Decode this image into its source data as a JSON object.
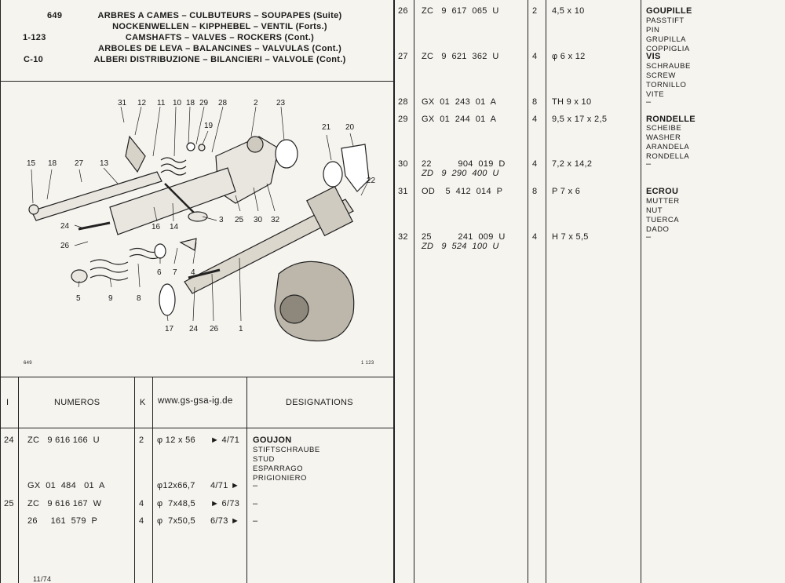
{
  "header": {
    "codes": [
      "649",
      "1-123",
      "C-10"
    ],
    "titles": [
      "ARBRES A CAMES – CULBUTEURS – SOUPAPES (Suite)",
      "NOCKENWELLEN – KIPPHEBEL – VENTIL (Forts.)",
      "CAMSHAFTS – VALVES – ROCKERS (Cont.)",
      "ARBOLES DE LEVA – BALANCINES – VALVULAS (Cont.)",
      "ALBERI DISTRIBUZIONE – BILANCIERI – VALVOLE (Cont.)"
    ]
  },
  "diagram": {
    "callouts": [
      "31",
      "12",
      "11",
      "10",
      "18",
      "29",
      "28",
      "2",
      "23",
      "19",
      "21",
      "20",
      "15",
      "18",
      "27",
      "13",
      "22",
      "24",
      "16",
      "14",
      "3",
      "25",
      "30",
      "32",
      "26",
      "6",
      "7",
      "4",
      "5",
      "9",
      "8",
      "17",
      "24",
      "26",
      "1"
    ],
    "corner_left": "649",
    "corner_right": "1 123"
  },
  "table_header": {
    "col_i": "I",
    "col_numeros": "NUMEROS",
    "col_k": "K",
    "col_url": "www.gs-gsa-ig.de",
    "col_designations": "DESIGNATIONS"
  },
  "left_rows": [
    {
      "i": "24",
      "num": "ZC   9 616 166  U",
      "k": "2",
      "dim": "φ 12 x 56",
      "date": "► 4/71",
      "desig": [
        "GOUJON",
        "STIFTSCHRAUBE",
        "STUD",
        "ESPARRAGO",
        "PRIGIONIERO"
      ]
    },
    {
      "i": "",
      "num": "GX  01  484   01  A",
      "k": "",
      "dim": "φ12x66,7",
      "date": "4/71 ►",
      "desig": [
        "–"
      ]
    },
    {
      "i": "25",
      "num": "ZC   9 616 167  W",
      "k": "4",
      "dim": "φ  7x48,5",
      "date": "► 6/73",
      "desig": [
        "–"
      ]
    },
    {
      "i": "",
      "num": "26     161  579  P",
      "k": "4",
      "dim": "φ  7x50,5",
      "date": "6/73 ►",
      "desig": [
        "–"
      ]
    }
  ],
  "right_rows": [
    {
      "i": "26",
      "num": "ZC   9  617  065  U",
      "num2": "",
      "k": "2",
      "dim": "4,5 x 10",
      "desig": [
        "GOUPILLE",
        "PASSTIFT",
        "PIN",
        "GRUPILLA",
        "COPPIGLIA"
      ]
    },
    {
      "i": "27",
      "num": "ZC   9  621  362  U",
      "num2": "",
      "k": "4",
      "dim": "φ 6 x 12",
      "desig": [
        "VIS",
        "SCHRAUBE",
        "SCREW",
        "TORNILLO",
        "VITE"
      ]
    },
    {
      "i": "28",
      "num": "GX  01  243  01  A",
      "num2": "",
      "k": "8",
      "dim": "TH 9 x 10",
      "desig": [
        "–"
      ]
    },
    {
      "i": "29",
      "num": "GX  01  244  01  A",
      "num2": "",
      "k": "4",
      "dim": "9,5 x 17 x 2,5",
      "desig": [
        "RONDELLE",
        "SCHEIBE",
        "WASHER",
        "ARANDELA",
        "RONDELLA"
      ]
    },
    {
      "i": "30",
      "num": "22          904  019  D",
      "num2": "ZD   9  290  400  U",
      "k": "4",
      "dim": "7,2 x 14,2",
      "desig": [
        "–"
      ]
    },
    {
      "i": "31",
      "num": "OD    5  412  014  P",
      "num2": "",
      "k": "8",
      "dim": "P 7 x 6",
      "desig": [
        "ECROU",
        "MUTTER",
        "NUT",
        "TUERCA",
        "DADO"
      ]
    },
    {
      "i": "32",
      "num": "25          241  009  U",
      "num2": "ZD   9  524  100  U",
      "k": "4",
      "dim": "H 7 x 5,5",
      "desig": [
        "–"
      ]
    }
  ],
  "footer": {
    "date": "11/74"
  }
}
